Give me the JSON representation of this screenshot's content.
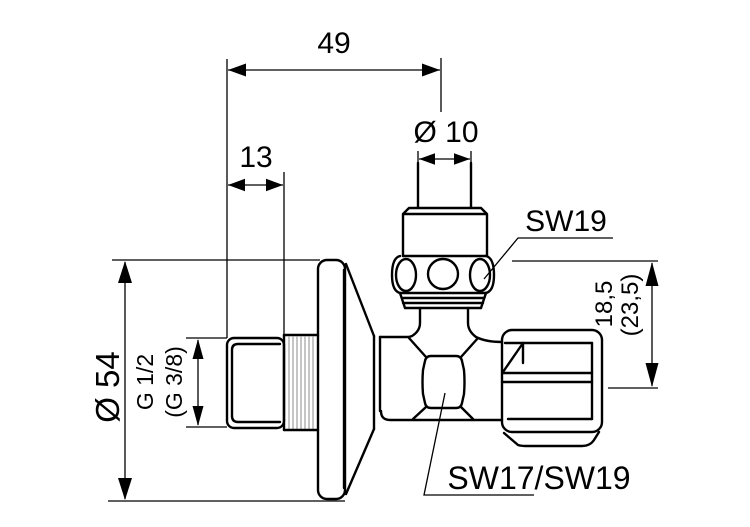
{
  "page": {
    "background": "#ffffff",
    "line_color": "#000000"
  },
  "drawing": {
    "dimensions": {
      "top_width": "49",
      "thread_length": "13",
      "stem_diameter": "Ø 10",
      "flange_diameter": "Ø 54",
      "inlet_thread": "G 1/2",
      "inlet_thread_alt": "(G 3/8)",
      "outlet_offset": "18,5",
      "outlet_offset_alt": "(23,5)"
    },
    "labels": {
      "handle_wrench": "SW19",
      "body_wrench": "SW17/SW19"
    }
  }
}
